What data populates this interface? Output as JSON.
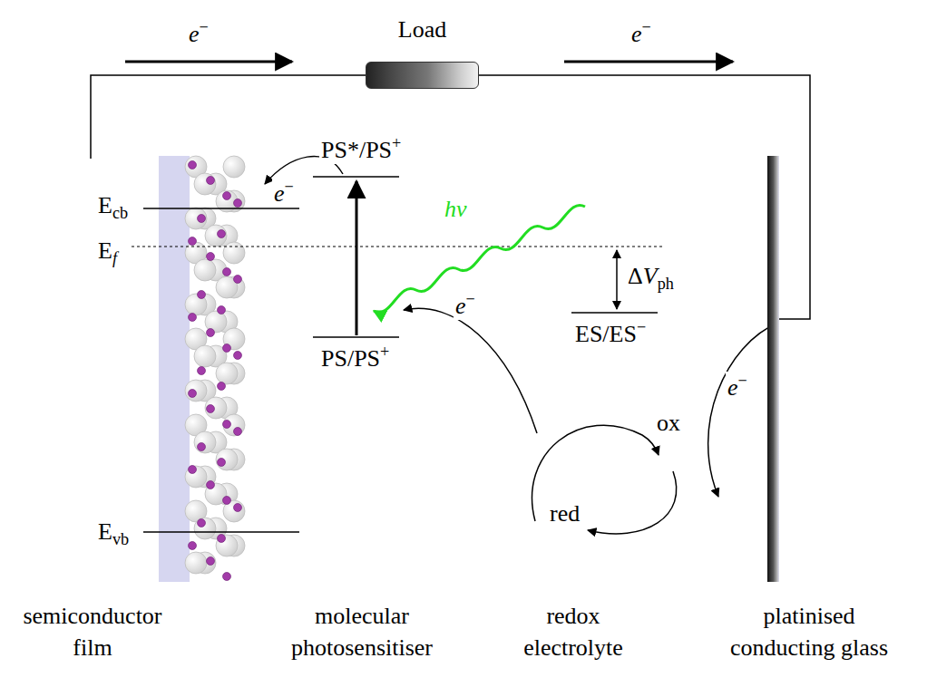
{
  "diagram": {
    "nodes": [
      {
        "text": [
          "Load"
        ]
      }
    ],
    "labels": [
      "e−",
      "e−",
      "PS*/PS+",
      "e−",
      "Ecb",
      "Ef",
      "hν",
      "ΔVph",
      "e−",
      "PS/PS+",
      "ES/ES−",
      "ox",
      "e−",
      "red",
      "Evb",
      "semiconductor film",
      "molecular photosensitiser",
      "redox electrolyte",
      "platinised conducting glass"
    ]
  }
}
